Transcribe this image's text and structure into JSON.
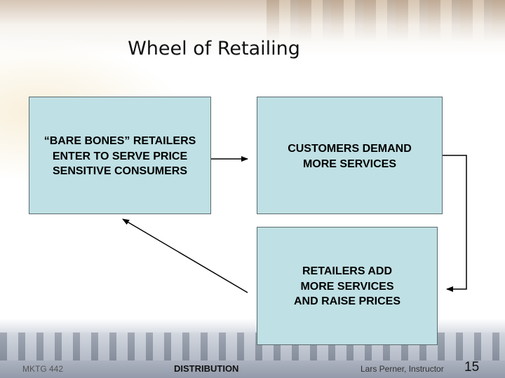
{
  "slide": {
    "title": "Wheel of Retailing",
    "boxes": [
      {
        "text": "“BARE BONES” RETAILERS\nENTER TO SERVE PRICE\nSENSITIVE CONSUMERS"
      },
      {
        "text": "CUSTOMERS DEMAND\nMORE SERVICES"
      },
      {
        "text": "RETAILERS ADD\nMORE SERVICES\nAND RAISE PRICES"
      }
    ],
    "footer": {
      "course": "MKTG 442",
      "topic": "DISTRIBUTION",
      "author": "Lars Perner, Instructor",
      "page": "15"
    }
  },
  "colors": {
    "box_fill": "#bfe0e4",
    "box_border": "#5a6a6e",
    "arrow": "#000000"
  }
}
